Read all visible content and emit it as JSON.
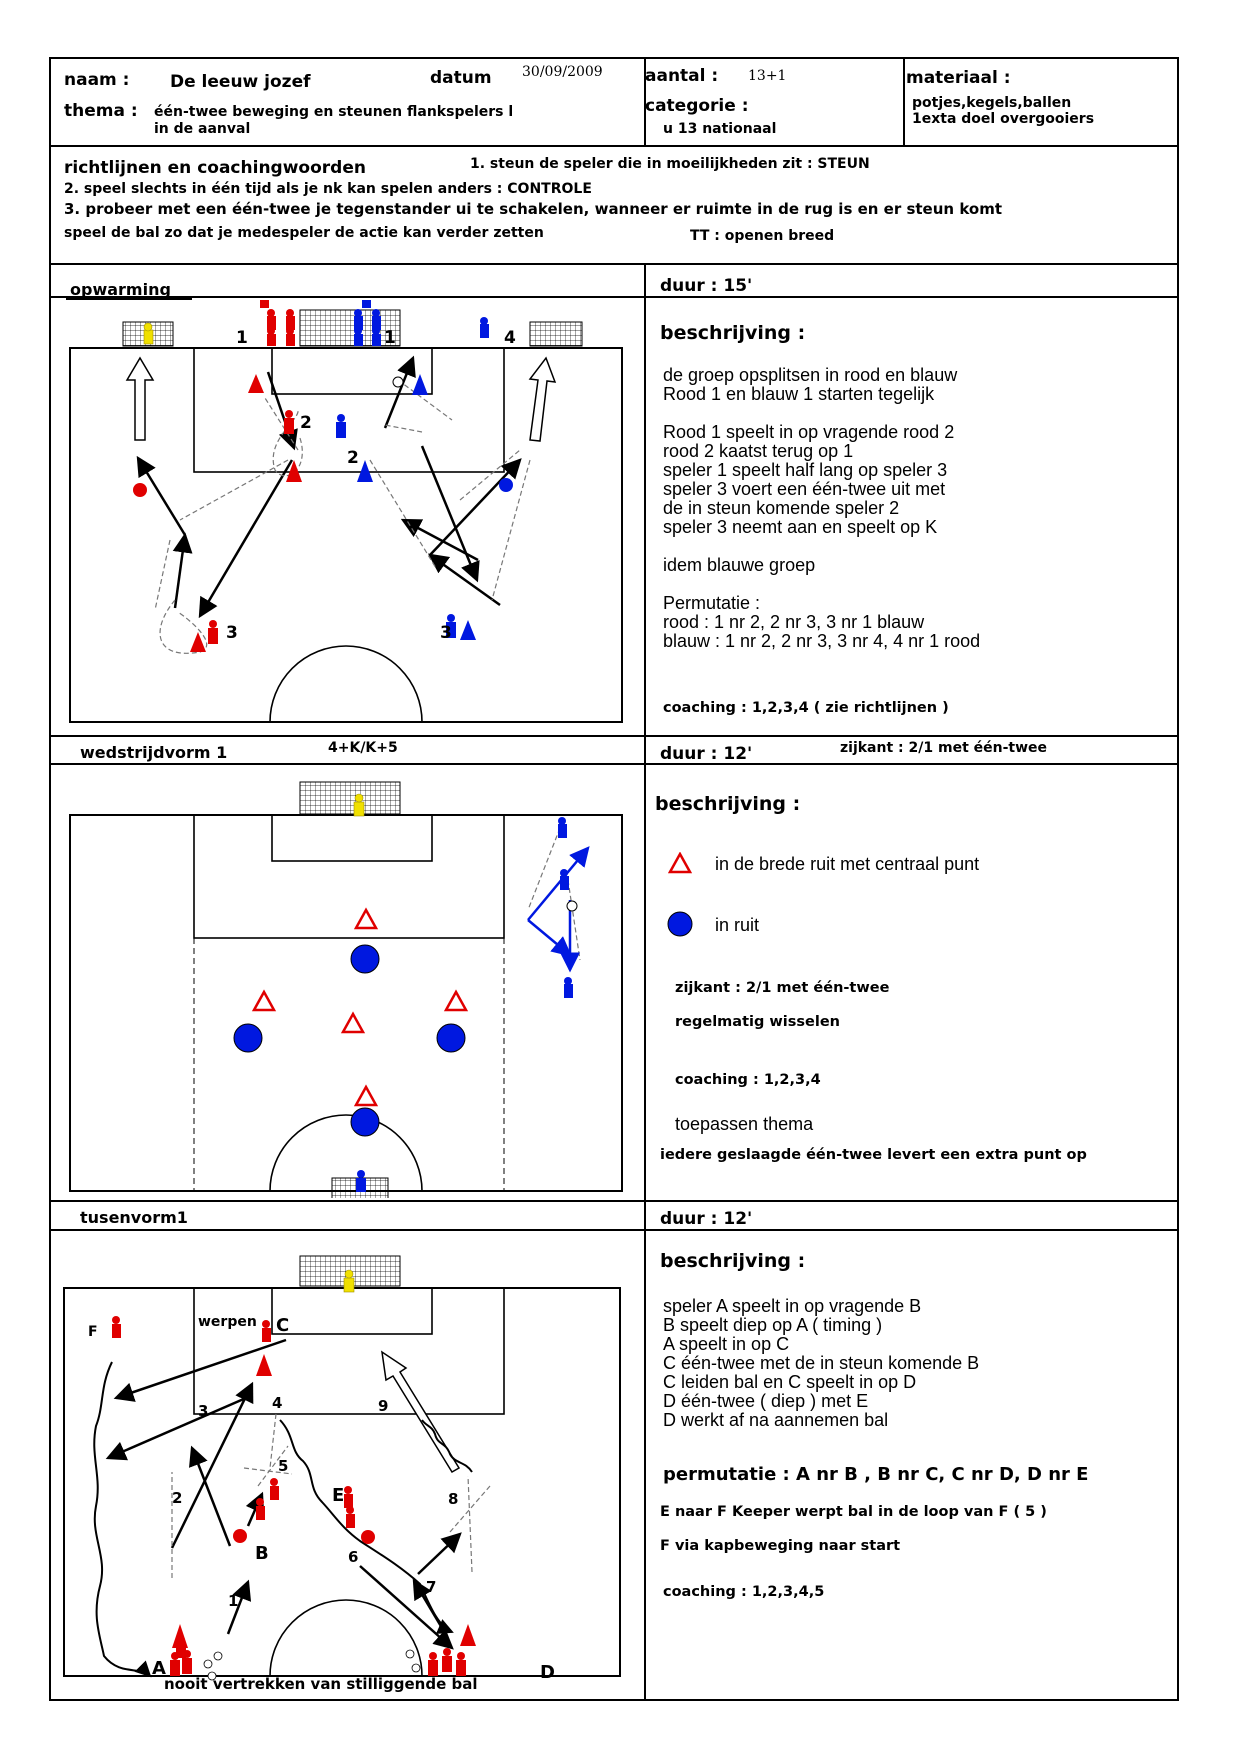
{
  "header": {
    "naam_label": "naam :",
    "naam_value": "De leeuw jozef",
    "datum_label": "datum",
    "datum_value": "30/09/2009",
    "thema_label": "thema :",
    "thema_line1": "één-twee beweging en steunen flankspelers l",
    "thema_line2": "in de aanval",
    "aantal_label": "aantal :",
    "aantal_value": "13+1",
    "categorie_label": "categorie :",
    "categorie_value": "u 13 nationaal",
    "materiaal_label": "materiaal :",
    "materiaal_line1": "potjes,kegels,ballen",
    "materiaal_line2": "1exta doel overgooiers"
  },
  "guidelines": {
    "title": "richtlijnen en coachingwoorden",
    "line1": "1. steun de speler die in moeilijkheden zit : STEUN",
    "line2": "2. speel slechts in één tijd als je nk kan spelen anders : CONTROLE",
    "line3": "3. probeer met een één-twee je tegenstander ui te schakelen, wanneer er ruimte in de rug is en er steun komt",
    "line4": "speel de bal zo dat je medespeler de actie kan verder zetten",
    "tt": "TT : openen breed"
  },
  "section1": {
    "title": "opwarming",
    "duur": "duur : 15'",
    "desc_title": "beschrijving :",
    "desc_lines": [
      "de groep opsplitsen in rood en blauw",
      "Rood 1 en blauw 1 starten tegelijk",
      "",
      "Rood 1 speelt in op vragende rood 2",
      "rood 2 kaatst terug op 1",
      "speler 1 speelt half lang op speler 3",
      "speler 3  voert een één-twee uit met",
      "de in steun komende speler 2",
      "speler 3 neemt aan en speelt op K",
      "",
      "idem blauwe groep",
      "",
      "Permutatie :",
      "rood : 1 nr 2, 2 nr 3, 3 nr 1 blauw",
      "blauw : 1 nr 2, 2 nr 3, 3 nr 4, 4 nr 1 rood"
    ],
    "coaching": "coaching : 1,2,3,4 ( zie richtlijnen )",
    "labels": [
      "1",
      "1",
      "4",
      "2",
      "2",
      "3",
      "3"
    ]
  },
  "section2": {
    "title": "wedstrijdvorm 1",
    "subtitle": "4+K/K+5",
    "duur": "duur : 12'",
    "zijkant_top": "zijkant : 2/1 met één-twee",
    "desc_title": "beschrijving :",
    "legend_triangle": "in de brede ruit met centraal punt",
    "legend_circle": "in ruit",
    "zijkant": "zijkant : 2/1 met één-twee",
    "wisselen": "regelmatig wisselen",
    "coaching": "coaching : 1,2,3,4",
    "toepassen": "toepassen thema",
    "extra": "iedere geslaagde één-twee levert een  extra punt op"
  },
  "section3": {
    "title": "tusenvorm1",
    "duur": "duur : 12'",
    "desc_title": "beschrijving :",
    "desc_lines": [
      "speler A speelt in op vragende B",
      "B speelt diep op A ( timing )",
      "A speelt in op C",
      "C één-twee met de in steun komende B",
      "C leiden bal en C speelt in op D",
      "D één-twee ( diep ) met E",
      "D werkt af na aannemen bal"
    ],
    "permutatie": "permutatie : A nr B , B nr C, C nr D, D nr E",
    "e_naar_f": "E naar F  Keeper werpt bal in de loop van F ( 5 )",
    "f_via": "F via kapbeweging naar start",
    "coaching": "coaching : 1,2,3,4,5",
    "werpen": "werpen",
    "nooit": "nooit vertrekken van stilliggende bal",
    "labels": {
      "A": "A",
      "B": "B",
      "C": "C",
      "D": "D",
      "E": "E",
      "F": "F"
    },
    "numbers": [
      "1",
      "2",
      "3",
      "4",
      "5",
      "6",
      "7",
      "8",
      "9"
    ]
  },
  "colors": {
    "red": "#e00000",
    "blue": "#0018e0",
    "yellow": "#f0e000"
  }
}
